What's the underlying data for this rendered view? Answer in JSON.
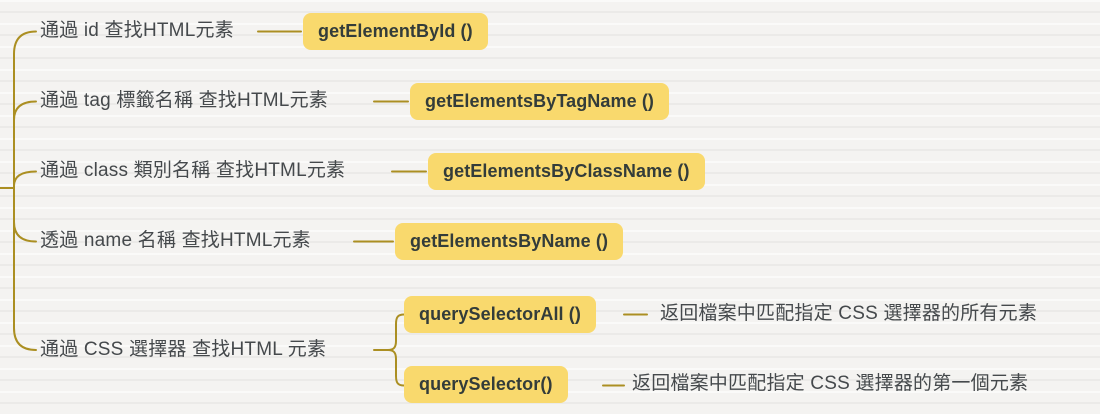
{
  "palette": {
    "branch_line": "#ab8f22",
    "node_bg": "#f9d96d",
    "node_text": "#333c3a",
    "label_text": "#45494c",
    "background": "#f4f3f1"
  },
  "map": {
    "branches": [
      {
        "label": "通過 id 查找HTML元素",
        "method": "getElementById ()"
      },
      {
        "label": "通過 tag 標籤名稱 查找HTML元素",
        "method": "getElementsByTagName ()"
      },
      {
        "label": "通過 class 類別名稱 查找HTML元素",
        "method": "getElementsByClassName ()"
      },
      {
        "label": "透過 name 名稱 查找HTML元素",
        "method": "getElementsByName ()"
      },
      {
        "label": "通過 CSS 選擇器 查找HTML 元素",
        "children": [
          {
            "method": "querySelectorAll ()",
            "description": "返回檔案中匹配指定 CSS 選擇器的所有元素"
          },
          {
            "method": "querySelector()",
            "description": "返回檔案中匹配指定 CSS 選擇器的第一個元素"
          }
        ]
      }
    ]
  }
}
